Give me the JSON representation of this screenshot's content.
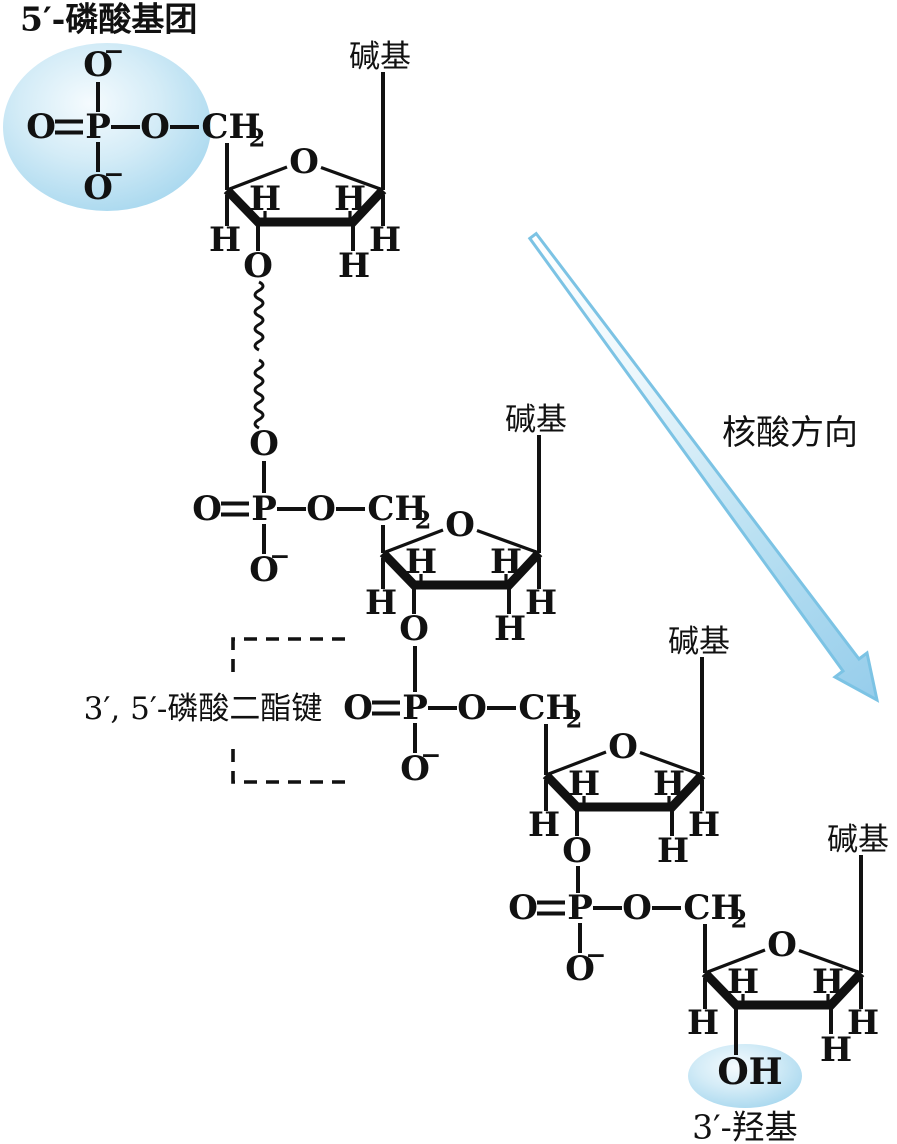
{
  "labels": {
    "phosphate_group": "5′-磷酸基团",
    "base": "碱基",
    "direction": "核酸方向",
    "phosphodiester": "3′, 5′-磷酸二酯键",
    "hydroxyl_label": "3′-羟基"
  },
  "atoms": {
    "oxygen": "O",
    "phosphorus": "P",
    "hydrogen": "H",
    "ch": "CH",
    "two": "2",
    "minus": "−",
    "hydroxyl": "OH"
  },
  "colors": {
    "ink": "#111111",
    "highlight_edge": "#a0d4ed",
    "highlight_center": "#f5fbfe",
    "arrow_fill": "#96cdeb",
    "arrow_stroke": "#7cc3e4"
  }
}
